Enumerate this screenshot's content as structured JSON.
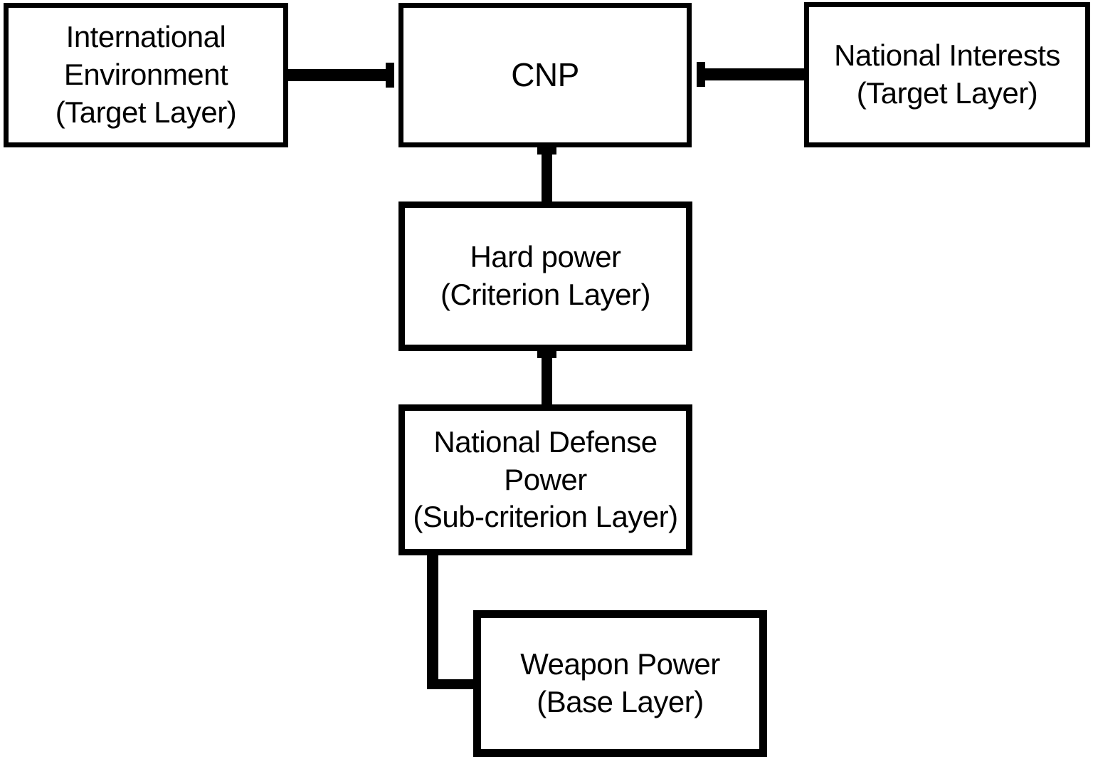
{
  "figure": {
    "background_color": "#ffffff",
    "stroke_color": "#000000",
    "text_color": "#000000"
  },
  "diagram": {
    "type": "hierarchy-flowchart",
    "nodes": [
      {
        "id": "international-environment",
        "label": "International\nEnvironment\n(Target Layer)"
      },
      {
        "id": "cnp",
        "label": "CNP"
      },
      {
        "id": "national-interests",
        "label": "National Interests\n(Target Layer)"
      },
      {
        "id": "hard-power",
        "label": "Hard power\n(Criterion Layer)"
      },
      {
        "id": "national-defense-power",
        "label": "National Defense\nPower\n(Sub-criterion Layer)"
      },
      {
        "id": "weapon-power",
        "label": "Weapon Power\n(Base Layer)"
      }
    ],
    "edges": [
      {
        "from": "international-environment",
        "to": "cnp",
        "shape": "straight-horizontal",
        "arrowhead_at": "cnp-left"
      },
      {
        "from": "national-interests",
        "to": "cnp",
        "shape": "straight-horizontal",
        "arrowhead_at": "cnp-right"
      },
      {
        "from": "hard-power",
        "to": "cnp",
        "shape": "straight-vertical",
        "arrowhead_at": "cnp-bottom"
      },
      {
        "from": "national-defense-power",
        "to": "hard-power",
        "shape": "straight-vertical",
        "arrowhead_at": "hard-power-bottom"
      },
      {
        "from": "national-defense-power",
        "to": "weapon-power",
        "shape": "elbow-down-right",
        "arrowhead_at": "none"
      }
    ]
  }
}
